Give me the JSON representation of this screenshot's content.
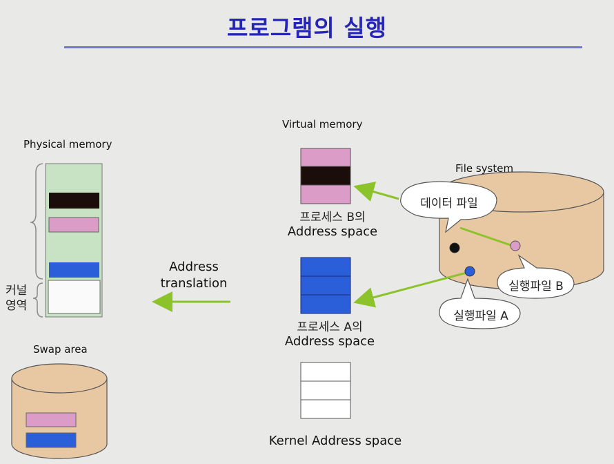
{
  "title": "프로그램의 실행",
  "labels": {
    "physical_memory": "Physical memory",
    "kernel_region_line1": "커널",
    "kernel_region_line2": "영역",
    "swap_area": "Swap area",
    "address_translation_line1": "Address",
    "address_translation_line2": "translation",
    "virtual_memory": "Virtual memory",
    "process_b_line1": "프로세스 B의",
    "process_b_line2": "Address space",
    "process_a_line1": "프로세스 A의",
    "process_a_line2": "Address space",
    "kernel_address_space": "Kernel Address space",
    "file_system": "File system",
    "data_file": "데이터 파일",
    "exec_file_b": "실행파일 B",
    "exec_file_a": "실행파일 A"
  },
  "colors": {
    "title": "#2525b8",
    "rule": "#7474d8",
    "physical_bg": "#c7e3c4",
    "black_block": "#1b0d0a",
    "pink_block": "#dc9cc8",
    "blue_block": "#2a5fd9",
    "cylinder_fill": "#e8c8a2",
    "arrow": "#8cc32a"
  }
}
